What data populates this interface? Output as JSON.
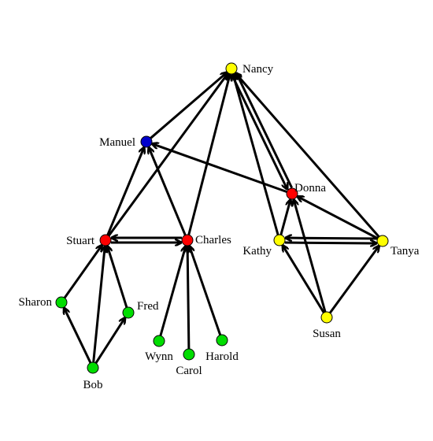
{
  "graph": {
    "colors": {
      "edge": "#000000",
      "yellow": "#ffff00",
      "red": "#ff0000",
      "blue": "#0000cc",
      "green": "#00dd00"
    },
    "nodes": [
      {
        "id": "nancy",
        "label": "Nancy",
        "color": "yellow"
      },
      {
        "id": "manuel",
        "label": "Manuel",
        "color": "blue"
      },
      {
        "id": "donna",
        "label": "Donna",
        "color": "red"
      },
      {
        "id": "stuart",
        "label": "Stuart",
        "color": "red"
      },
      {
        "id": "charles",
        "label": "Charles",
        "color": "red"
      },
      {
        "id": "kathy",
        "label": "Kathy",
        "color": "yellow"
      },
      {
        "id": "tanya",
        "label": "Tanya",
        "color": "yellow"
      },
      {
        "id": "sharon",
        "label": "Sharon",
        "color": "green"
      },
      {
        "id": "fred",
        "label": "Fred",
        "color": "green"
      },
      {
        "id": "susan",
        "label": "Susan",
        "color": "yellow"
      },
      {
        "id": "wynn",
        "label": "Wynn",
        "color": "green"
      },
      {
        "id": "carol",
        "label": "Carol",
        "color": "green"
      },
      {
        "id": "harold",
        "label": "Harold",
        "color": "green"
      },
      {
        "id": "bob",
        "label": "Bob",
        "color": "green"
      }
    ],
    "edges": [
      {
        "from": "manuel",
        "to": "nancy"
      },
      {
        "from": "stuart",
        "to": "manuel"
      },
      {
        "from": "stuart",
        "to": "nancy"
      },
      {
        "from": "charles",
        "to": "manuel"
      },
      {
        "from": "charles",
        "to": "nancy"
      },
      {
        "from": "stuart",
        "to": "charles"
      },
      {
        "from": "charles",
        "to": "stuart"
      },
      {
        "from": "donna",
        "to": "manuel"
      },
      {
        "from": "donna",
        "to": "nancy"
      },
      {
        "from": "nancy",
        "to": "donna"
      },
      {
        "from": "kathy",
        "to": "nancy"
      },
      {
        "from": "kathy",
        "to": "donna"
      },
      {
        "from": "tanya",
        "to": "nancy"
      },
      {
        "from": "tanya",
        "to": "donna"
      },
      {
        "from": "kathy",
        "to": "tanya"
      },
      {
        "from": "tanya",
        "to": "kathy"
      },
      {
        "from": "susan",
        "to": "kathy"
      },
      {
        "from": "susan",
        "to": "tanya"
      },
      {
        "from": "susan",
        "to": "donna"
      },
      {
        "from": "sharon",
        "to": "stuart"
      },
      {
        "from": "fred",
        "to": "stuart"
      },
      {
        "from": "bob",
        "to": "sharon"
      },
      {
        "from": "bob",
        "to": "fred"
      },
      {
        "from": "bob",
        "to": "stuart"
      },
      {
        "from": "wynn",
        "to": "charles"
      },
      {
        "from": "carol",
        "to": "charles"
      },
      {
        "from": "harold",
        "to": "charles"
      }
    ]
  }
}
